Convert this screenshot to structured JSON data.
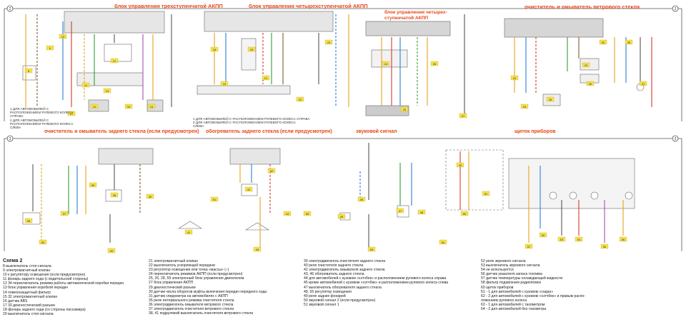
{
  "diagram": {
    "block_markers": [
      "2",
      "2",
      "3",
      "3"
    ],
    "sections_top": [
      "блок управления трехступенчатой АКПП",
      "блок управления четырехступенчатой АКПП",
      "блок управления четырех-\nступенчатой АКПП",
      "очиститель и омыватель ветрового стекла"
    ],
    "sections_bottom": [
      "очиститель и омыватель заднего стекла (если предусмотрен)",
      "обогреватель заднего стекла (если предусмотрен)",
      "звуковой сигнал",
      "щиток приборов"
    ],
    "notes": [
      "1 ДЛЯ АВТОМОБИЛЕЙ С\nРАСПОЛОЖЕНИЕМ РУЛЕВОГО КОЛЕСА\nСПРАВА\n2 ДЛЯ АВТОМОБИЛЕЙ С\nРАСПОЛОЖЕНИЕМ РУЛЕВОГО КОЛЕСА\nСЛЕВА",
      "1 ДЛЯ АВТОМОБИЛЕЙ С РАСПОЛОЖЕНИЕМ РУЛЕВОГО КОЛЕСА СПРАВА\n2 ДЛЯ АВТОМОБИЛЕЙ С РАСПОЛОЖЕНИЕМ РУЛЕВОГО КОЛЕСА\nСЛЕВА"
    ],
    "component_numbers": [
      "8",
      "9",
      "10",
      "11",
      "12",
      "13",
      "14",
      "15",
      "16",
      "17",
      "18",
      "19",
      "20",
      "21",
      "22",
      "23",
      "24",
      "25",
      "26",
      "27",
      "28",
      "29",
      "30",
      "31",
      "32",
      "33",
      "34",
      "35",
      "36",
      "37",
      "38",
      "39",
      "40",
      "41",
      "42",
      "43",
      "44",
      "45",
      "46",
      "47",
      "48",
      "49",
      "50",
      "51",
      "52",
      "53",
      "54",
      "55",
      "56",
      "57",
      "58",
      "59",
      "60",
      "61",
      "62",
      "63",
      "64"
    ]
  },
  "legend": {
    "heading": "Схема 2",
    "col1": [
      "8 выключатель стоп-сигнала",
      "9 электромагнитный клапан",
      "10 к регулятору освещения (если предусмотрен)",
      "11 фонарь заднего хода (с водительской стороны)",
      "12 34 переключатель режима работы автоматической коробки передач",
      "13 блок управления коробкой передач",
      "14 помехозащитный фильтр",
      "15 32 электромагнитный клапан",
      "16 датчик ABS",
      "17 33 диагностический разъем",
      "18 фонарь заднего хода (со стороны пассажира)",
      "20 выключатель стоп-сигнала"
    ],
    "col2": [
      "21 электромагнитный клапан",
      "22 выключатель ускоряющей передачи",
      "23 регулятор освещения или точка «массы» (–)",
      "24 переключатель режимов АКПП (если предусмотрен)",
      "25, 26, 28, 59 электронный блок управления двигателем",
      "27 блок управления АКПП",
      "29 диагностический разъем",
      "30 датчик числа оборотов муфты включения передач переднего хода",
      "31 датчик спидометра на автомобилях с АКПП",
      "35 реле интервального режима очистителя стекла",
      "36 электродвигатель омывателя ветрового стекла",
      "37 электродвигатель очистителя ветрового стекла",
      "38, 41 подрулевой выключатель очистителя ветрового стекла"
    ],
    "col3": [
      "39 электродвигатель очистителя заднего стекла",
      "40 реле очистителя заднего стекла",
      "42 электродвигатель омывателя заднего стекла",
      "43, 46 обогреватель заднего стекла",
      "44 для автомобилей с кузовом «хэтчбек» и расположением рулевого колеса справа",
      "45 кроме автомобилей с кузовом «хэтчбек» и расположением рулевого колеса слева",
      "47 выключатель обогревателя заднего стекла",
      "48, 55 регулятор освещения",
      "49 реле задних фонарей",
      "50 звуковой сигнал 2 (если предусмотрен)",
      "51 звуковой сигнал 1"
    ],
    "col4": [
      "52 реле звукового сигнала",
      "53 выключатель звукового сигнала",
      "54 не используется",
      "56 датчик указателя запаса топлива",
      "57 датчик температуры охлаждающей жидкости",
      "58 фильтр подавления радиопомех",
      "60 щиток приборов",
      "61 - 1 для автомобилей с кузовом «седан»",
      "62 - 2 для автомобилей с кузовом «хэтчбек» и правым распо-",
      "ложением рулевого колеса",
      "63 - 1 для автомобилей с тахометром",
      "64 - 2 для автомобилей без тахометра"
    ]
  }
}
